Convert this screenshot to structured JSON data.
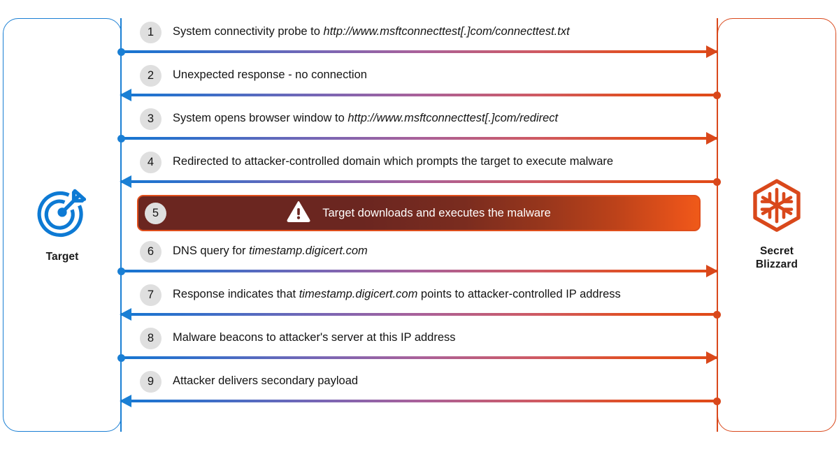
{
  "actors": {
    "left": {
      "label": "Target",
      "icon": "target-bullseye-icon",
      "color": "#1a7fd4"
    },
    "right": {
      "label": "Secret\nBlizzard",
      "label_line1": "Secret",
      "label_line2": "Blizzard",
      "icon": "snowflake-hexagon-icon",
      "color": "#d9481b"
    }
  },
  "steps": [
    {
      "number": "1",
      "direction": "right",
      "text_before": "System connectivity probe to ",
      "text_italic": "http://www.msftconnecttest[.]com/connecttest.txt",
      "text_after": ""
    },
    {
      "number": "2",
      "direction": "left",
      "text_before": "Unexpected response - no connection",
      "text_italic": "",
      "text_after": ""
    },
    {
      "number": "3",
      "direction": "right",
      "text_before": "System opens browser window to ",
      "text_italic": "http://www.msftconnecttest[.]com/redirect",
      "text_after": ""
    },
    {
      "number": "4",
      "direction": "left",
      "text_before": "Redirected to attacker-controlled domain which prompts the target to execute malware",
      "text_italic": "",
      "text_after": ""
    },
    {
      "number": "5",
      "direction": "banner",
      "text_before": "Target downloads and executes the malware",
      "text_italic": "",
      "text_after": "",
      "icon": "warning-triangle-icon"
    },
    {
      "number": "6",
      "direction": "right",
      "text_before": "DNS query for ",
      "text_italic": "timestamp.digicert.com",
      "text_after": ""
    },
    {
      "number": "7",
      "direction": "left",
      "text_before": "Response indicates that ",
      "text_italic": "timestamp.digicert.com",
      "text_after": " points to attacker-controlled IP address"
    },
    {
      "number": "8",
      "direction": "right",
      "text_before": "Malware beacons to attacker's server at this IP address",
      "text_italic": "",
      "text_after": ""
    },
    {
      "number": "9",
      "direction": "left",
      "text_before": "Attacker delivers secondary payload",
      "text_italic": "",
      "text_after": ""
    }
  ],
  "colors": {
    "target_blue": "#1a7fd4",
    "adversary_orange": "#d9481b",
    "banner_dark": "#6b2620",
    "banner_bright": "#e8531a",
    "badge_gray": "#dfdfdf"
  }
}
